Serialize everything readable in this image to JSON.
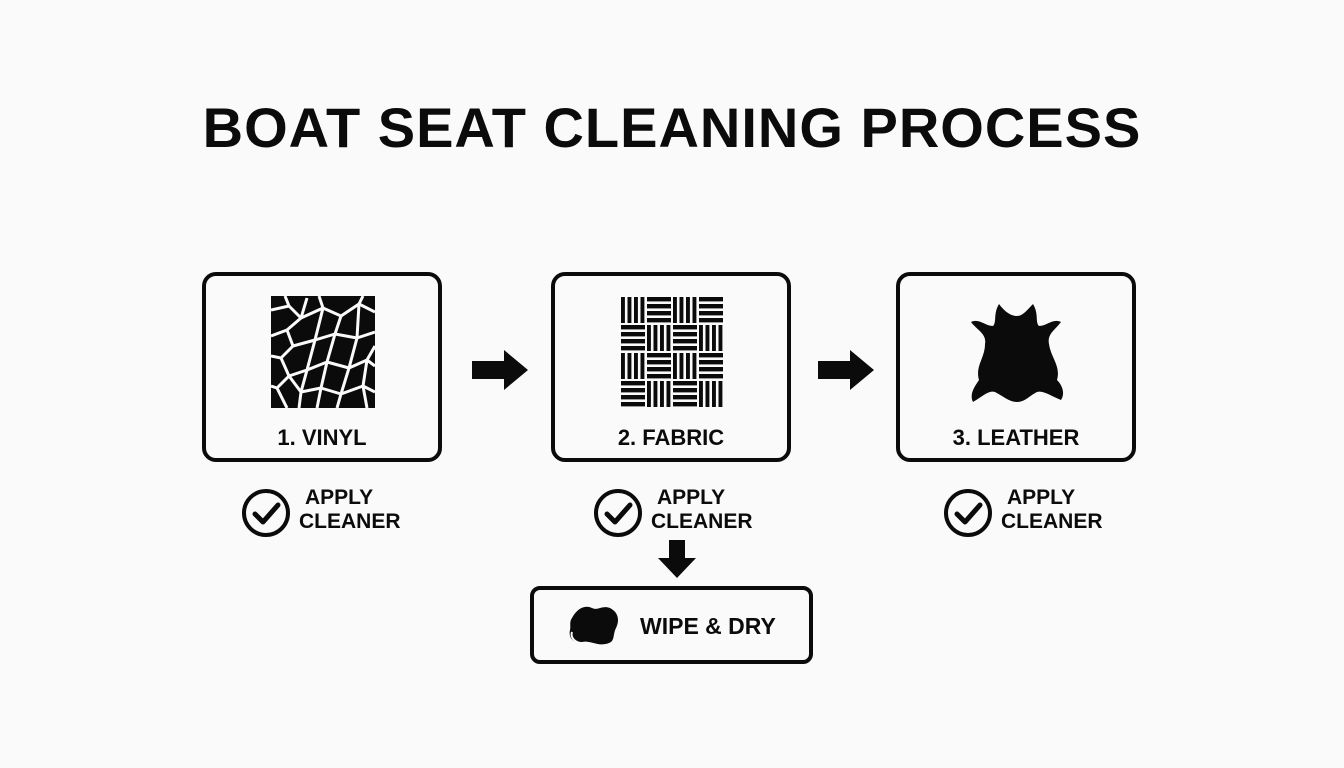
{
  "title": "BOAT SEAT CLEANING PROCESS",
  "steps": [
    {
      "label": "1. VINYL",
      "icon": "vinyl-texture-icon"
    },
    {
      "label": "2. FABRIC",
      "icon": "fabric-weave-icon"
    },
    {
      "label": "3. LEATHER",
      "icon": "leather-hide-icon"
    }
  ],
  "apply": [
    {
      "line1": "APPLY",
      "line2": "CLEANER",
      "icon": "checkmark-circle-icon"
    },
    {
      "line1": "APPLY",
      "line2": "CLEANER",
      "icon": "checkmark-circle-icon"
    },
    {
      "line1": "APPLY",
      "line2": "CLEANER",
      "icon": "checkmark-circle-icon"
    }
  ],
  "wipe": {
    "label": "WIPE & DRY",
    "icon": "sponge-icon"
  },
  "colors": {
    "ink": "#0b0b0b",
    "background": "#fafafa"
  }
}
